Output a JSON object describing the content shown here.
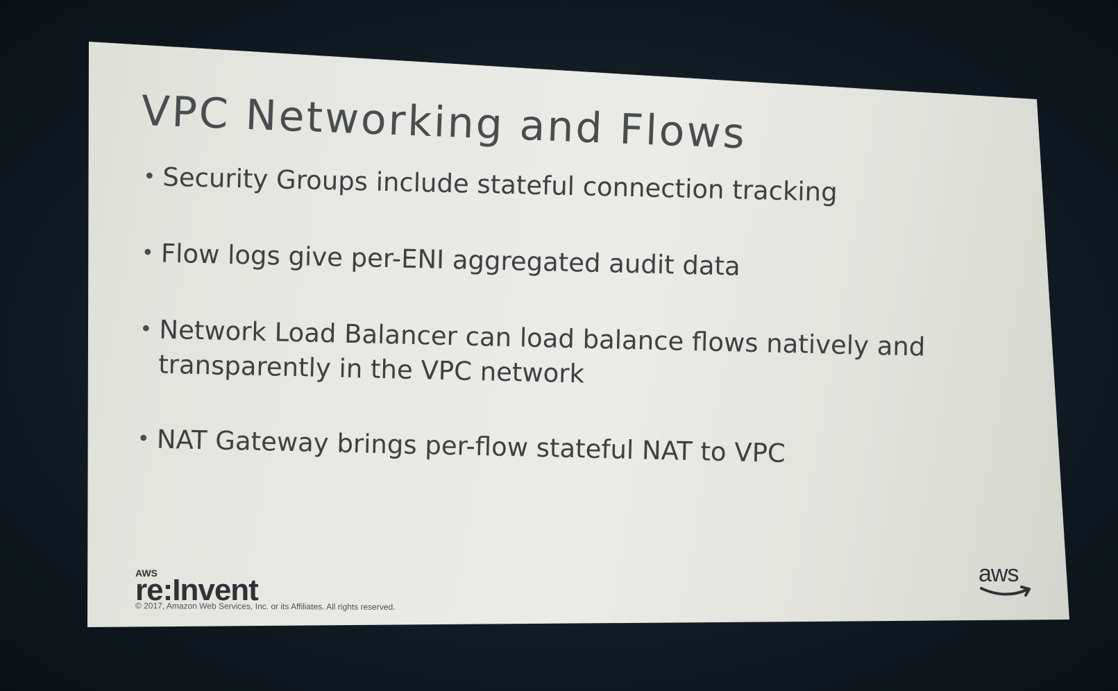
{
  "slide": {
    "title": "VPC Networking and Flows",
    "bullets": [
      "Security Groups include stateful connection tracking",
      "Flow logs give per-ENI aggregated audit data",
      "Network Load Balancer can load balance flows natively and",
      "transparently in the VPC network",
      "NAT Gateway brings per-flow stateful NAT to VPC"
    ],
    "bullet_glyph": "•"
  },
  "footer": {
    "logo_top": "AWS",
    "logo_main": "re:Invent",
    "copyright": "© 2017, Amazon Web Services, Inc. or its Affiliates. All rights reserved.",
    "aws_logo_text": "aws"
  },
  "colors": {
    "slide_background": "#e7e8e3",
    "text": "#3e4143",
    "room_background": "#111b22"
  }
}
